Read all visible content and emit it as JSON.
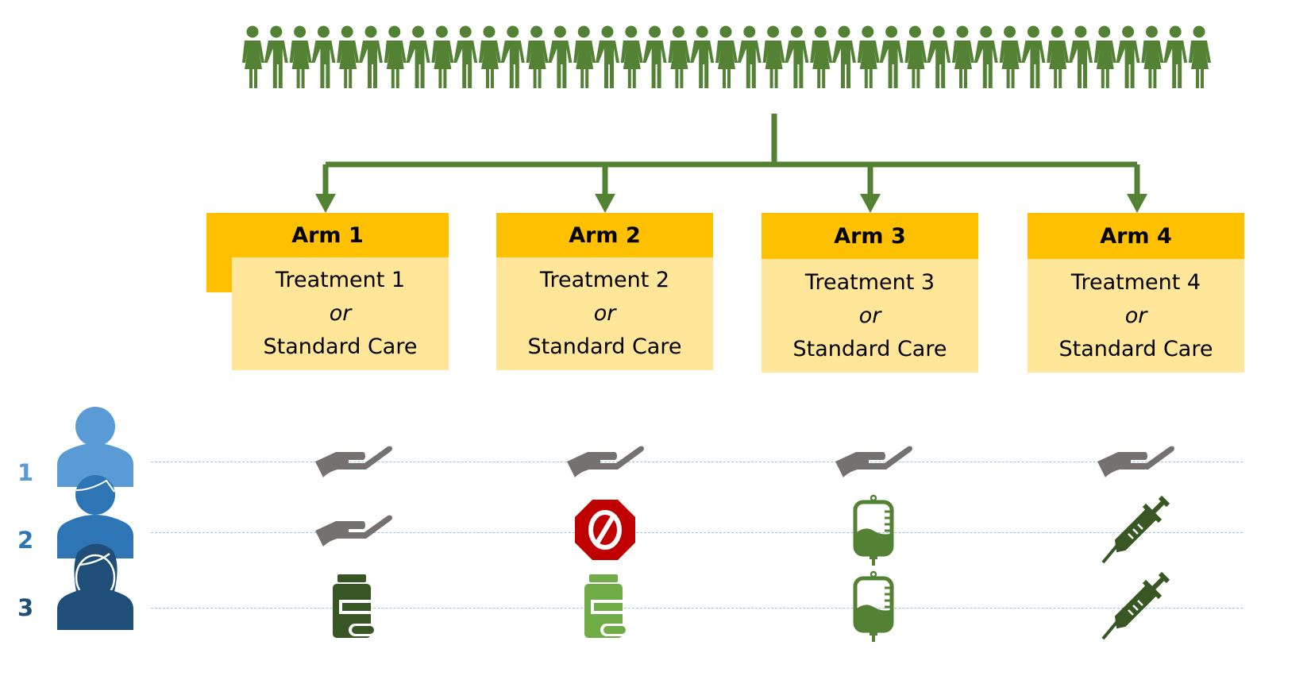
{
  "population": {
    "count": 41,
    "icon": "people-holding-hands-icon",
    "color": "#548235"
  },
  "arms": [
    {
      "title": "Arm 1",
      "treatment": "Treatment 1",
      "or": "or",
      "standard": "Standard Care"
    },
    {
      "title": "Arm 2",
      "treatment": "Treatment 2",
      "or": "or",
      "standard": "Standard Care"
    },
    {
      "title": "Arm 3",
      "treatment": "Treatment 3",
      "or": "or",
      "standard": "Standard Care"
    },
    {
      "title": "Arm 4",
      "treatment": "Treatment 4",
      "or": "or",
      "standard": "Standard Care"
    }
  ],
  "participants": [
    {
      "label": "1",
      "color": "#5B9BD5",
      "icon": "person-icon",
      "icons": [
        "hand-icon",
        "hand-icon",
        "hand-icon",
        "hand-icon"
      ]
    },
    {
      "label": "2",
      "color": "#2E75B6",
      "icon": "man-icon",
      "icons": [
        "hand-icon",
        "no-entry-icon",
        "iv-bag-icon",
        "syringe-icon"
      ]
    },
    {
      "label": "3",
      "color": "#1F4E79",
      "icon": "woman-icon",
      "icons": [
        "pill-bottle-dark-icon",
        "pill-bottle-light-icon",
        "iv-bag-icon",
        "syringe-icon"
      ]
    }
  ],
  "colors": {
    "header": "#FFC000",
    "body": "#FFE699",
    "tree": "#548235",
    "hand": "#767171",
    "stop": "#C00000"
  }
}
